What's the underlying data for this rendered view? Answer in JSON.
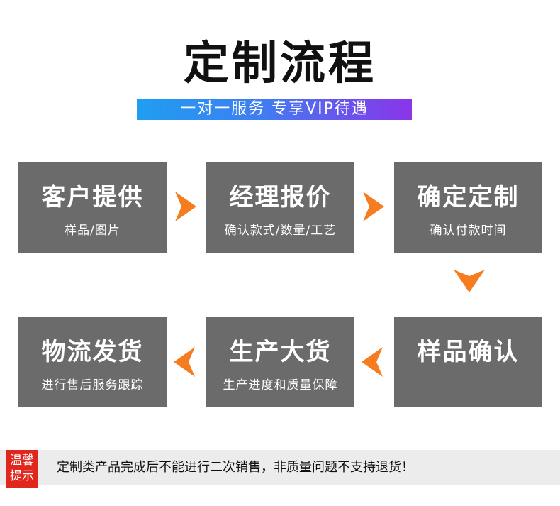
{
  "title": "定制流程",
  "subtitle": "一对一服务  专享VIP待遇",
  "steps": [
    {
      "title": "客户提供",
      "desc": "样品/图片"
    },
    {
      "title": "经理报价",
      "desc": "确认款式/数量/工艺"
    },
    {
      "title": "确定定制",
      "desc": "确认付款时间"
    },
    {
      "title": "样品确认",
      "desc": ""
    },
    {
      "title": "生产大货",
      "desc": "生产进度和质量保障"
    },
    {
      "title": "物流发货",
      "desc": "进行售后服务跟踪"
    }
  ],
  "notice": {
    "badge_line1": "温馨",
    "badge_line2": "提示",
    "text": "定制类产品完成后不能进行二次销售，非质量问题不支持退货！"
  },
  "colors": {
    "box": "#6b6b6b",
    "arrow": "#f57c1f",
    "badge": "#e0261d",
    "gradient_start": "#1e9ff0",
    "gradient_end": "#8a35e8"
  }
}
